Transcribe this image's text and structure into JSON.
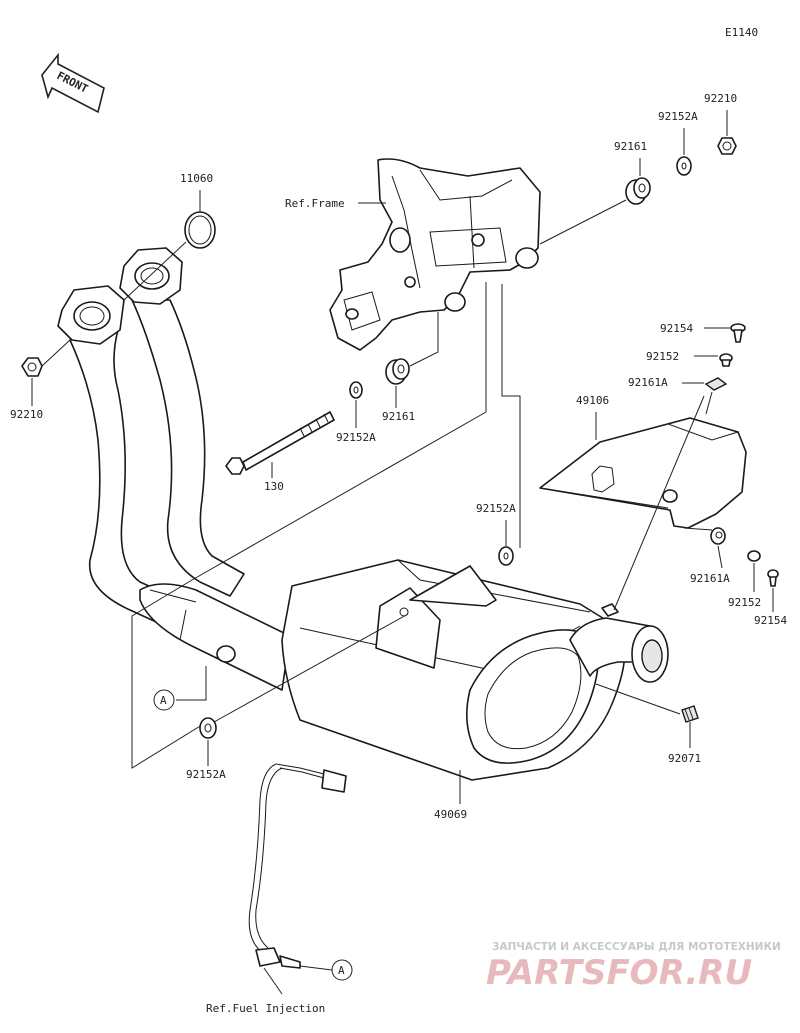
{
  "diagram_code": "E1140",
  "front_label": "FRONT",
  "labels": {
    "gasket": "11060",
    "nut_left": "92210",
    "nut_right": "92210",
    "washer_top": "92152A",
    "grommet_top": "92161",
    "ref_frame": "Ref.Frame",
    "grommet_mid": "92161",
    "washer_mid": "92152A",
    "bolt": "130",
    "screw_upper": "92154",
    "collar_upper": "92152",
    "grommet_upper_a": "92161A",
    "cover": "49106",
    "washer_muffler": "92152A",
    "grommet_lower_a": "92161A",
    "collar_lower": "92152",
    "screw_lower": "92154",
    "washer_left": "92152A",
    "band": "92071",
    "muffler": "49069",
    "ref_a_upper": "A",
    "ref_a_lower": "A",
    "ref_fuel": "Ref.Fuel Injection"
  },
  "watermark": {
    "line1": "ЗАПЧАСТИ И АКСЕССУАРЫ ДЛЯ МОТОТЕХНИКИ",
    "line2": "PARTSFOR.RU"
  },
  "colors": {
    "line": "#1a1a1a",
    "watermark_text": "#c8c8c8",
    "watermark_logo": "#e7b9bd"
  }
}
